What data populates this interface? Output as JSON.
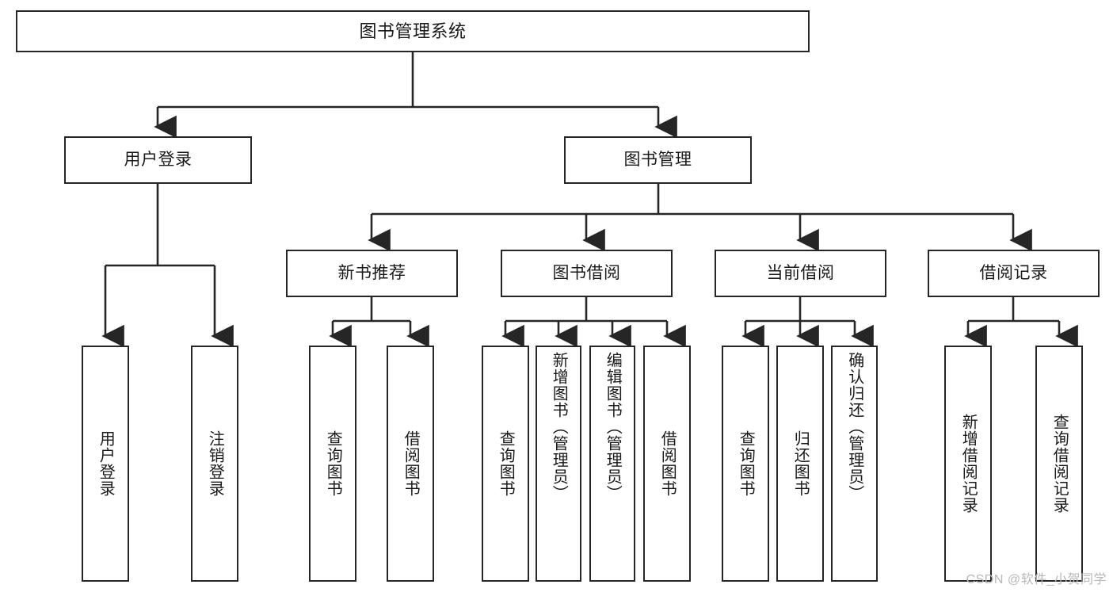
{
  "diagram": {
    "title": "图书管理系统",
    "type": "tree-diagram",
    "colors": {
      "border": "#262626",
      "background": "#ffffff",
      "text": "#1a1a1a",
      "watermark": "#b8b8b8"
    },
    "root": {
      "label": "图书管理系统"
    },
    "level1": [
      {
        "label": "用户登录"
      },
      {
        "label": "图书管理"
      }
    ],
    "level2": [
      {
        "label": "新书推荐"
      },
      {
        "label": "图书借阅"
      },
      {
        "label": "当前借阅"
      },
      {
        "label": "借阅记录"
      }
    ],
    "leaves": {
      "user_login": [
        {
          "label": "用户登录"
        },
        {
          "label": "注销登录"
        }
      ],
      "new_book": [
        {
          "label": "查询图书"
        },
        {
          "label": "借阅图书"
        }
      ],
      "book_borrow": [
        {
          "label": "查询图书"
        },
        {
          "label": "新增图书（管理员）"
        },
        {
          "label": "编辑图书（管理员）"
        },
        {
          "label": "借阅图书"
        }
      ],
      "current_borrow": [
        {
          "label": "查询图书"
        },
        {
          "label": "归还图书"
        },
        {
          "label": "确认归还（管理员）"
        }
      ],
      "borrow_record": [
        {
          "label": "新增借阅记录"
        },
        {
          "label": "查询借阅记录"
        }
      ]
    }
  },
  "watermark": {
    "text": "CSDN @软件_小贺同学"
  }
}
